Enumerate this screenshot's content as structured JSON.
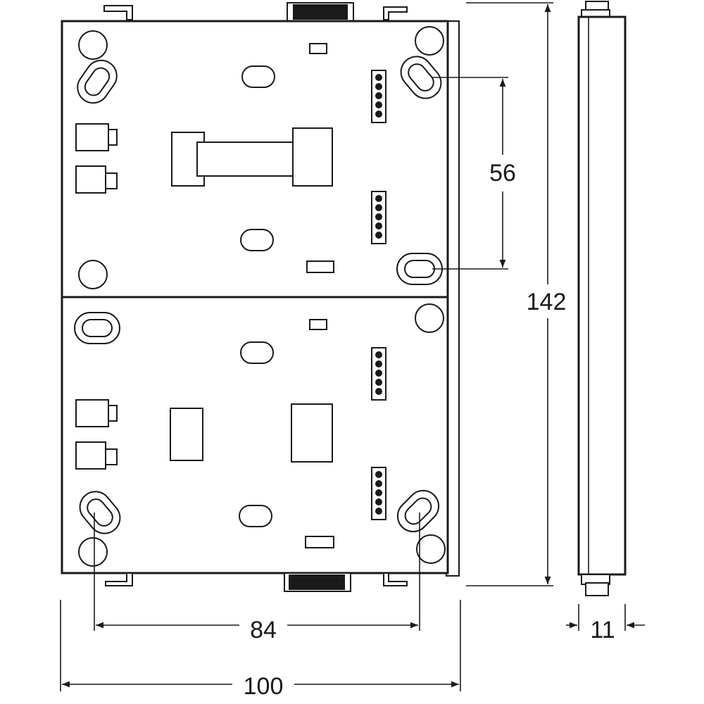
{
  "dimensions": {
    "hole_vertical_spacing": "56",
    "total_height": "142",
    "hole_horizontal_spacing": "84",
    "total_width": "100",
    "depth": "11"
  }
}
